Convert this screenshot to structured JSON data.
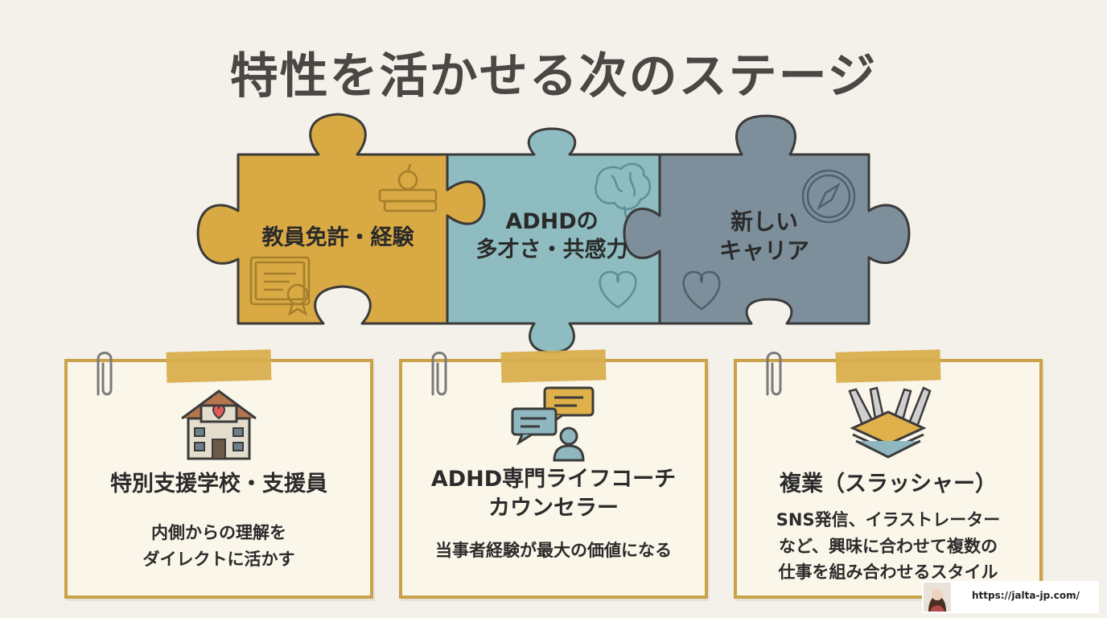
{
  "title": "特性を活かせる次のステージ",
  "pieces": [
    {
      "lines": [
        "教員免許・経験"
      ],
      "color": "#d9a944"
    },
    {
      "lines": [
        "ADHDの",
        "多才さ・共感力"
      ],
      "color": "#8fbcc0"
    },
    {
      "lines": [
        "新しい",
        "キャリア"
      ],
      "color": "#7e8f9c"
    }
  ],
  "cards": [
    {
      "title": [
        "特別支援学校・支援員"
      ],
      "desc": [
        "内側からの理解を",
        "ダイレクトに活かす"
      ],
      "icon": "school-heart-icon"
    },
    {
      "title": [
        "ADHD専門ライフコーチ",
        "カウンセラー"
      ],
      "desc": [
        "当事者経験が最大の価値になる"
      ],
      "icon": "counselor-chat-icon"
    },
    {
      "title": [
        "複業（スラッシャー）"
      ],
      "desc": [
        "SNS発信、イラストレーター",
        "など、興味に合わせて複数の",
        "仕事を組み合わせるスタイル"
      ],
      "icon": "multitool-icon"
    }
  ],
  "footer": {
    "url": "https://jalta-jp.com/"
  },
  "colors": {
    "card_border": "#c9a24a",
    "tape": "#d9ae4e",
    "background": "#f4f1ea"
  }
}
